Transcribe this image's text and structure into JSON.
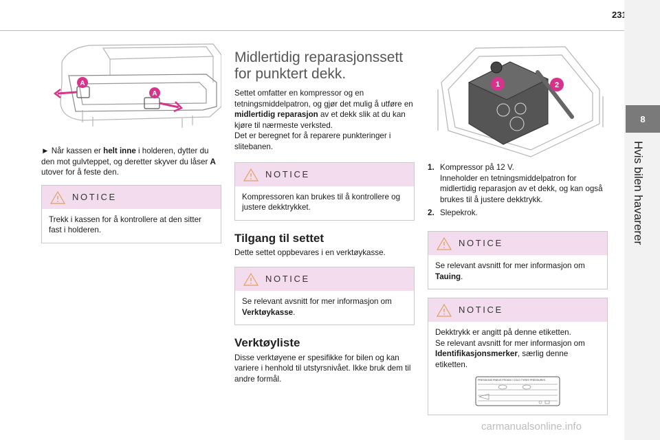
{
  "page": {
    "number": "231",
    "chapter_number": "8",
    "chapter_title": "Hvis bilen havarerer",
    "watermark": "carmanualsonline.info"
  },
  "col1": {
    "figure_labels": [
      "A",
      "A"
    ],
    "step_marker": "►",
    "step_pre": "Når kassen er ",
    "step_bold1": "helt inne",
    "step_mid": " i holderen, dytter du den mot gulvteppet, og deretter skyver du låser ",
    "step_bold2": "A",
    "step_post": " utover for å feste den.",
    "notice_label": "NOTICE",
    "notice_text": "Trekk i kassen for å kontrollere at den sitter fast i holderen."
  },
  "col2": {
    "title_line1": "Midlertidig reparasjonssett",
    "title_line2": "for punktert dekk.",
    "intro_pre": "Settet omfatter en kompressor og en tetningsmiddelpatron, og gjør det mulig å utføre en ",
    "intro_bold": "midlertidig reparasjon",
    "intro_post": " av et dekk slik at du kan kjøre til nærmeste verksted.",
    "intro2": "Det er beregnet for å reparere punkteringer i slitebanen.",
    "notice1_label": "NOTICE",
    "notice1_text": "Kompressoren kan brukes til å kontrollere og justere dekktrykket.",
    "h_access": "Tilgang til settet",
    "access_text": "Dette settet oppbevares i en verktøykasse.",
    "notice2_label": "NOTICE",
    "notice2_pre": "Se relevant avsnitt for mer informasjon om ",
    "notice2_bold": "Verktøykasse",
    "notice2_post": ".",
    "h_tools": "Verktøyliste",
    "tools_text": "Disse verktøyene er spesifikke for bilen og kan variere i henhold til utstyrsnivået. Ikke bruk dem til andre formål."
  },
  "col3": {
    "figure_labels": [
      "1",
      "2"
    ],
    "items": [
      {
        "num": "1.",
        "line1": "Kompressor på 12 V.",
        "line2": "Inneholder en tetningsmiddelpatron for midlertidig reparasjon av et dekk, og kan også brukes til å justere dekktrykk."
      },
      {
        "num": "2.",
        "line1": "Slepekrok.",
        "line2": ""
      }
    ],
    "notice1_label": "NOTICE",
    "notice1_pre": "Se relevant avsnitt for mer informasjon om ",
    "notice1_bold": "Tauing",
    "notice1_post": ".",
    "notice2_label": "NOTICE",
    "notice2_line1": "Dekktrykk er angitt på denne etiketten.",
    "notice2_pre": "Se relevant avsnitt for mer informasjon om ",
    "notice2_bold": "Identifikasjonsmerker",
    "notice2_post": ", særlig denne etiketten.",
    "label_header": "PRESSIONS PNEUS FROIDS / COLD TYRES PRESSURES"
  },
  "colors": {
    "notice_header": "#f4dcef",
    "accent_magenta": "#d6338a",
    "chapter_box": "#7a7a7a",
    "side_tab": "#f2f2f2"
  }
}
